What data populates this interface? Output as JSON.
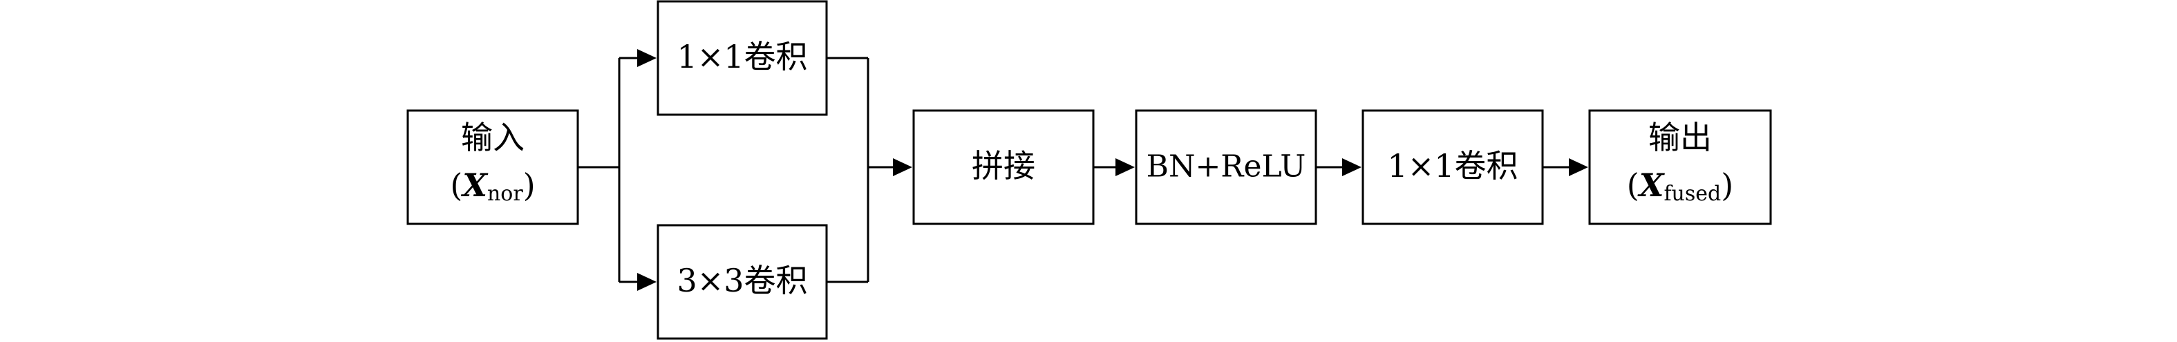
{
  "diagram": {
    "nodes": {
      "input": {
        "label": "输入",
        "paren_open": "(",
        "var": "X",
        "sub": "nor",
        "paren_close": ")"
      },
      "conv1x1_branch": {
        "label": "1×1卷积"
      },
      "conv3x3_branch": {
        "label": "3×3卷积"
      },
      "concat": {
        "label": "拼接"
      },
      "bn_relu": {
        "label": "BN+ReLU"
      },
      "conv1x1_out": {
        "label": "1×1卷积"
      },
      "output": {
        "label": "输出",
        "paren_open": "(",
        "var": "X",
        "sub": "fused",
        "paren_close": ")"
      }
    },
    "edges": [
      {
        "from": "input",
        "to": "conv1x1_branch"
      },
      {
        "from": "input",
        "to": "conv3x3_branch"
      },
      {
        "from": "conv1x1_branch",
        "to": "concat"
      },
      {
        "from": "conv3x3_branch",
        "to": "concat"
      },
      {
        "from": "concat",
        "to": "bn_relu"
      },
      {
        "from": "bn_relu",
        "to": "conv1x1_out"
      },
      {
        "from": "conv1x1_out",
        "to": "output"
      }
    ]
  }
}
